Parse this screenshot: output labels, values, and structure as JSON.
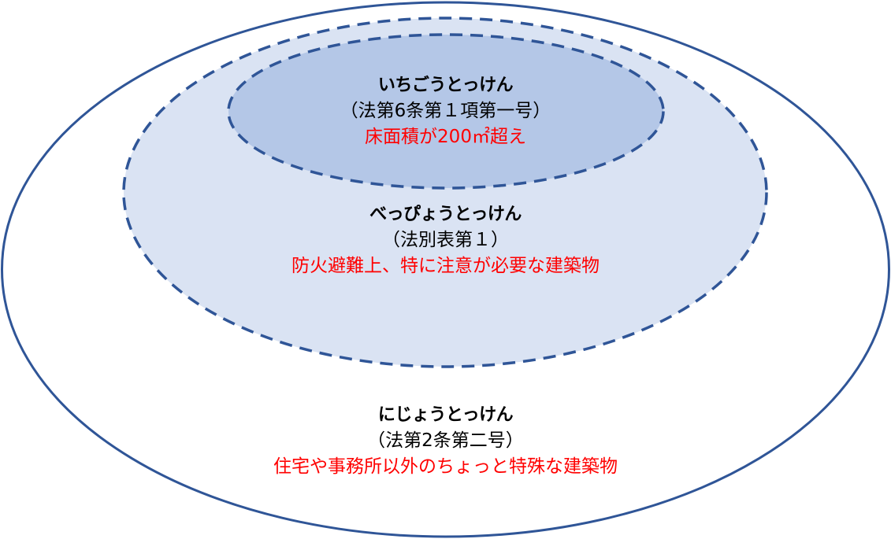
{
  "colors": {
    "stroke": "#2F5597",
    "outer_fill": "#FFFFFF",
    "middle_fill": "#DAE3F3",
    "inner_fill": "#B4C7E7",
    "title_text": "#000000",
    "desc_text": "#FF0000"
  },
  "regions": {
    "inner": {
      "title": "いちごうとっけん",
      "law": "（法第6条第１項第一号）",
      "description": "床面積が200㎡超え",
      "border_style": "dashed"
    },
    "middle": {
      "title": "べっぴょうとっけん",
      "law": "（法別表第１）",
      "description": "防火避難上、特に注意が必要な建築物",
      "border_style": "dashed"
    },
    "outer": {
      "title": "にじょうとっけん",
      "law": "（法第2条第二号）",
      "description": "住宅や事務所以外のちょっと特殊な建築物",
      "border_style": "solid"
    }
  }
}
